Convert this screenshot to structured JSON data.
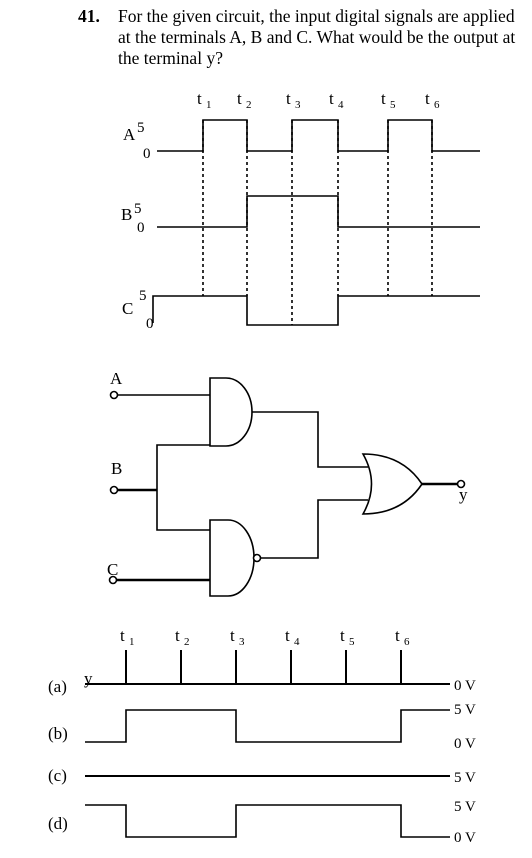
{
  "question": {
    "number": "41.",
    "text": "For the given circuit, the input digital signals are applied at the terminals A, B and C. What would be the output at the terminal y?"
  },
  "waveforms": {
    "time_marks": [
      {
        "t": "t",
        "s": "1"
      },
      {
        "t": "t",
        "s": "2"
      },
      {
        "t": "t",
        "s": "3"
      },
      {
        "t": "t",
        "s": "4"
      },
      {
        "t": "t",
        "s": "5"
      },
      {
        "t": "t",
        "s": "6"
      }
    ],
    "signals": [
      {
        "name": "A",
        "high": "5",
        "low": "0"
      },
      {
        "name": "B",
        "high": "5",
        "low": "0"
      },
      {
        "name": "C",
        "high": "5",
        "low": "0"
      }
    ]
  },
  "circuit": {
    "input_a": "A",
    "input_b": "B",
    "input_c": "C",
    "output": "y",
    "gates": [
      "AND",
      "NAND",
      "OR"
    ]
  },
  "options": {
    "a_label": "(a)",
    "b_label": "(b)",
    "c_label": "(c)",
    "d_label": "(d)",
    "y_label": "y",
    "a_level": "0 V",
    "b_high": "5 V",
    "b_low": "0 V",
    "c_level": "5 V",
    "d_high": "5 V",
    "d_low": "0 V"
  }
}
